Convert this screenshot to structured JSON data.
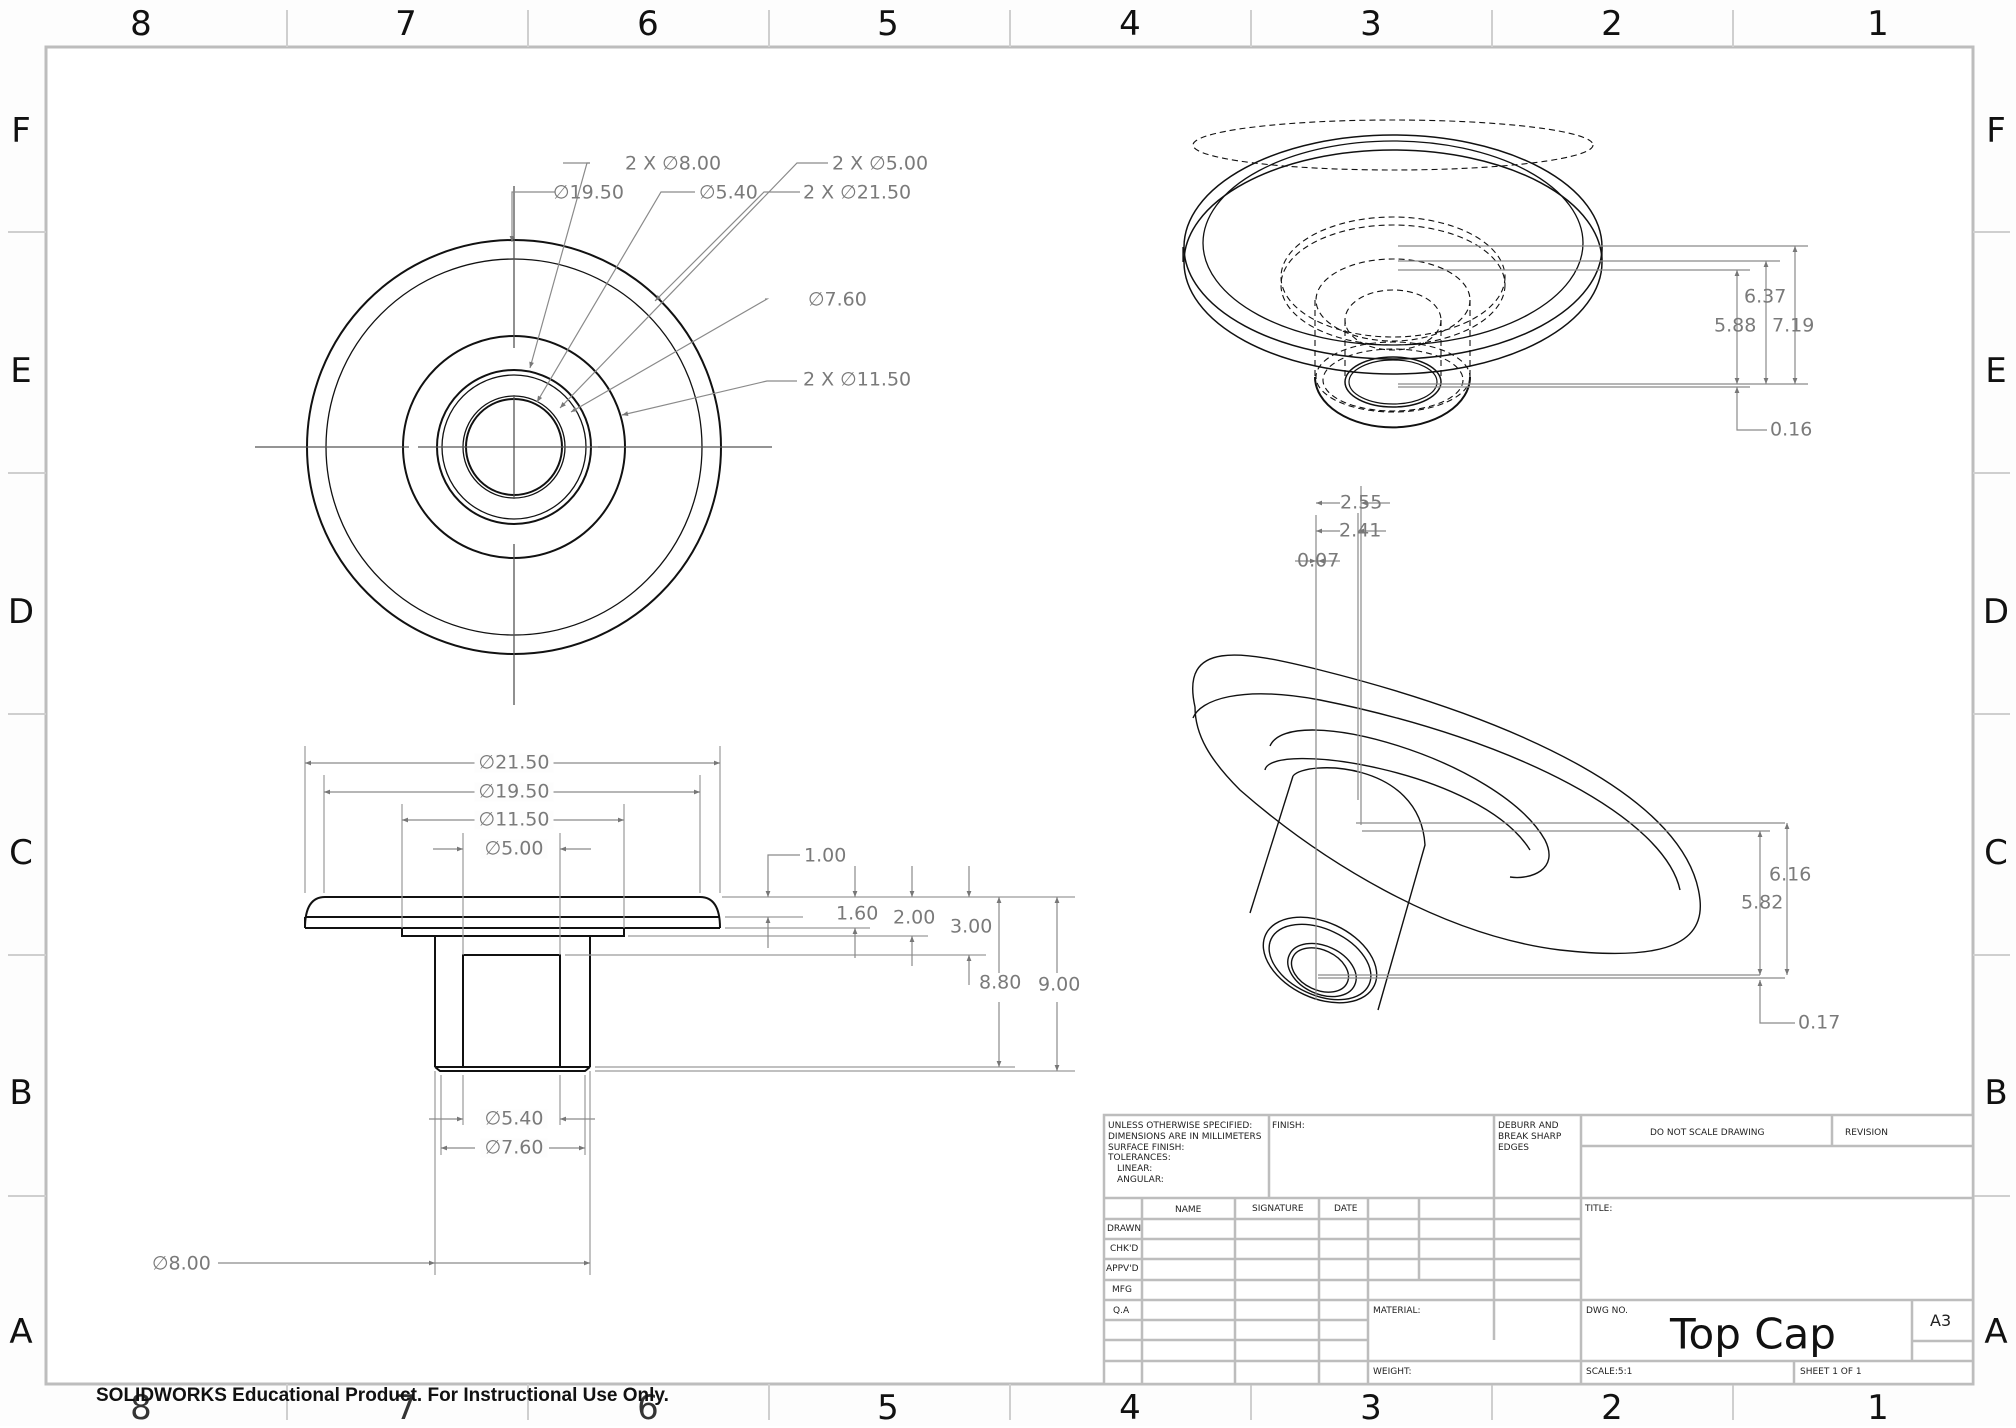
{
  "drawing": {
    "zones": {
      "columns": [
        "8",
        "7",
        "6",
        "5",
        "4",
        "3",
        "2",
        "1"
      ],
      "rows": [
        "F",
        "E",
        "D",
        "C",
        "B",
        "A"
      ]
    },
    "front_view": {
      "callouts": {
        "d8": "2 X ∅8.00",
        "d5": "2 X ∅5.00",
        "d1950": "∅19.50",
        "d540": "∅5.40",
        "d2150": "2 X ∅21.50",
        "d760": "∅7.60",
        "d1150": "2 X ∅11.50"
      }
    },
    "side_view": {
      "top_dims": {
        "d2150": "∅21.50",
        "d1950": "∅19.50",
        "d1150": "∅11.50",
        "d500": "∅5.00"
      },
      "height_dims": {
        "h100": "1.00",
        "h160": "1.60",
        "h200": "2.00",
        "h300": "3.00",
        "h880": "8.80",
        "h900": "9.00"
      },
      "bottom_dims": {
        "d540": "∅5.40",
        "d760": "∅7.60",
        "d800": "∅8.00"
      }
    },
    "iso_top": {
      "dims": {
        "d637": "6.37",
        "d588": "5.88",
        "d719": "7.19",
        "d016": "0.16"
      }
    },
    "iso_bottom": {
      "dims": {
        "d255": "2.55",
        "d241": "2.41",
        "d007": "0.07",
        "d616": "6.16",
        "d582": "5.82",
        "d017": "0.17"
      }
    }
  },
  "title_block": {
    "notes": [
      "UNLESS OTHERWISE SPECIFIED:",
      "DIMENSIONS ARE IN MILLIMETERS",
      "SURFACE FINISH:",
      "TOLERANCES:",
      "  LINEAR:",
      "  ANGULAR:"
    ],
    "finish_label": "FINISH:",
    "deburr": [
      "DEBURR AND",
      "BREAK SHARP",
      "EDGES"
    ],
    "do_not_scale": "DO NOT SCALE DRAWING",
    "revision_label": "REVISION",
    "headers": {
      "name": "NAME",
      "signature": "SIGNATURE",
      "date": "DATE"
    },
    "roles": [
      "DRAWN",
      "CHK'D",
      "APPV'D",
      "MFG",
      "Q.A"
    ],
    "title_label": "TITLE:",
    "material_label": "MATERIAL:",
    "weight_label": "WEIGHT:",
    "dwg_no_label": "DWG NO.",
    "dwg_title": "Top Cap",
    "size": "A3",
    "scale": "SCALE:5:1",
    "sheet": "SHEET 1 OF 1"
  },
  "watermark": "SOLIDWORKS Educational Product. For Instructional Use Only.",
  "colors": {
    "border": "#bdbdbd",
    "dimension": "#7a7a7a",
    "geometry": "#111111"
  }
}
